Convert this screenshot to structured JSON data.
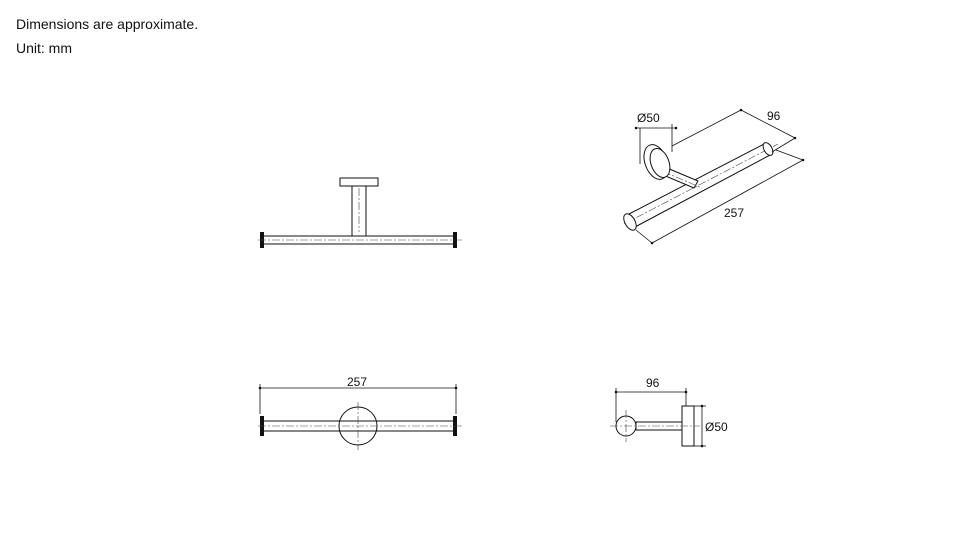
{
  "notes": {
    "line1": "Dimensions are approximate.",
    "line2": "Unit: mm"
  },
  "views": {
    "iso": {
      "diameter": "Ø50",
      "depth": "96",
      "length": "257"
    },
    "top": {
      "length": "257"
    },
    "side": {
      "depth": "96",
      "diameter": "Ø50"
    }
  }
}
